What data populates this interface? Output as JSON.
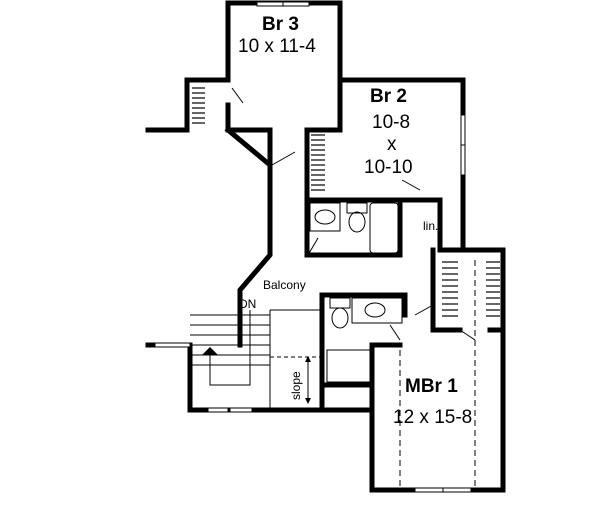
{
  "plan": {
    "rooms": [
      {
        "id": "br3",
        "name": "Br 3",
        "size": "10 x 11-4"
      },
      {
        "id": "br2",
        "name": "Br 2",
        "size_line1": "10-8",
        "size_line2": "x",
        "size_line3": "10-10"
      },
      {
        "id": "mbr1",
        "name": "MBr 1",
        "size": "12 x 15-8"
      }
    ],
    "labels": {
      "balcony": "Balcony",
      "down": "DN",
      "linen": "lin.",
      "slope": "slope"
    }
  }
}
